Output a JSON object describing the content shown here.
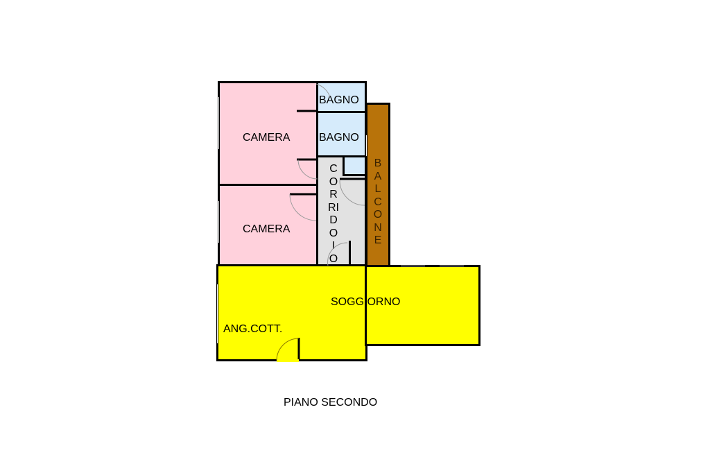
{
  "plan": {
    "title": "PIANO SECONDO",
    "rooms": [
      {
        "id": "camera-top",
        "label": "CAMERA",
        "color": "#ffd1dc"
      },
      {
        "id": "camera-bottom",
        "label": "CAMERA",
        "color": "#ffd1dc"
      },
      {
        "id": "bagno-top",
        "label": "BAGNO",
        "color": "#d6ebfb"
      },
      {
        "id": "bagno-middle",
        "label": "BAGNO",
        "color": "#d6ebfb"
      },
      {
        "id": "corridoio",
        "label": "CORRIDOIO",
        "color": "#e2e2e2"
      },
      {
        "id": "balcone",
        "label": "BALCONE",
        "color": "#b8730a"
      },
      {
        "id": "soggiorno",
        "label": "SOGGIORNO",
        "color": "#ffff00"
      },
      {
        "id": "ang-cott",
        "label": "ANG.COTT.",
        "color": "#ffff00"
      }
    ]
  }
}
